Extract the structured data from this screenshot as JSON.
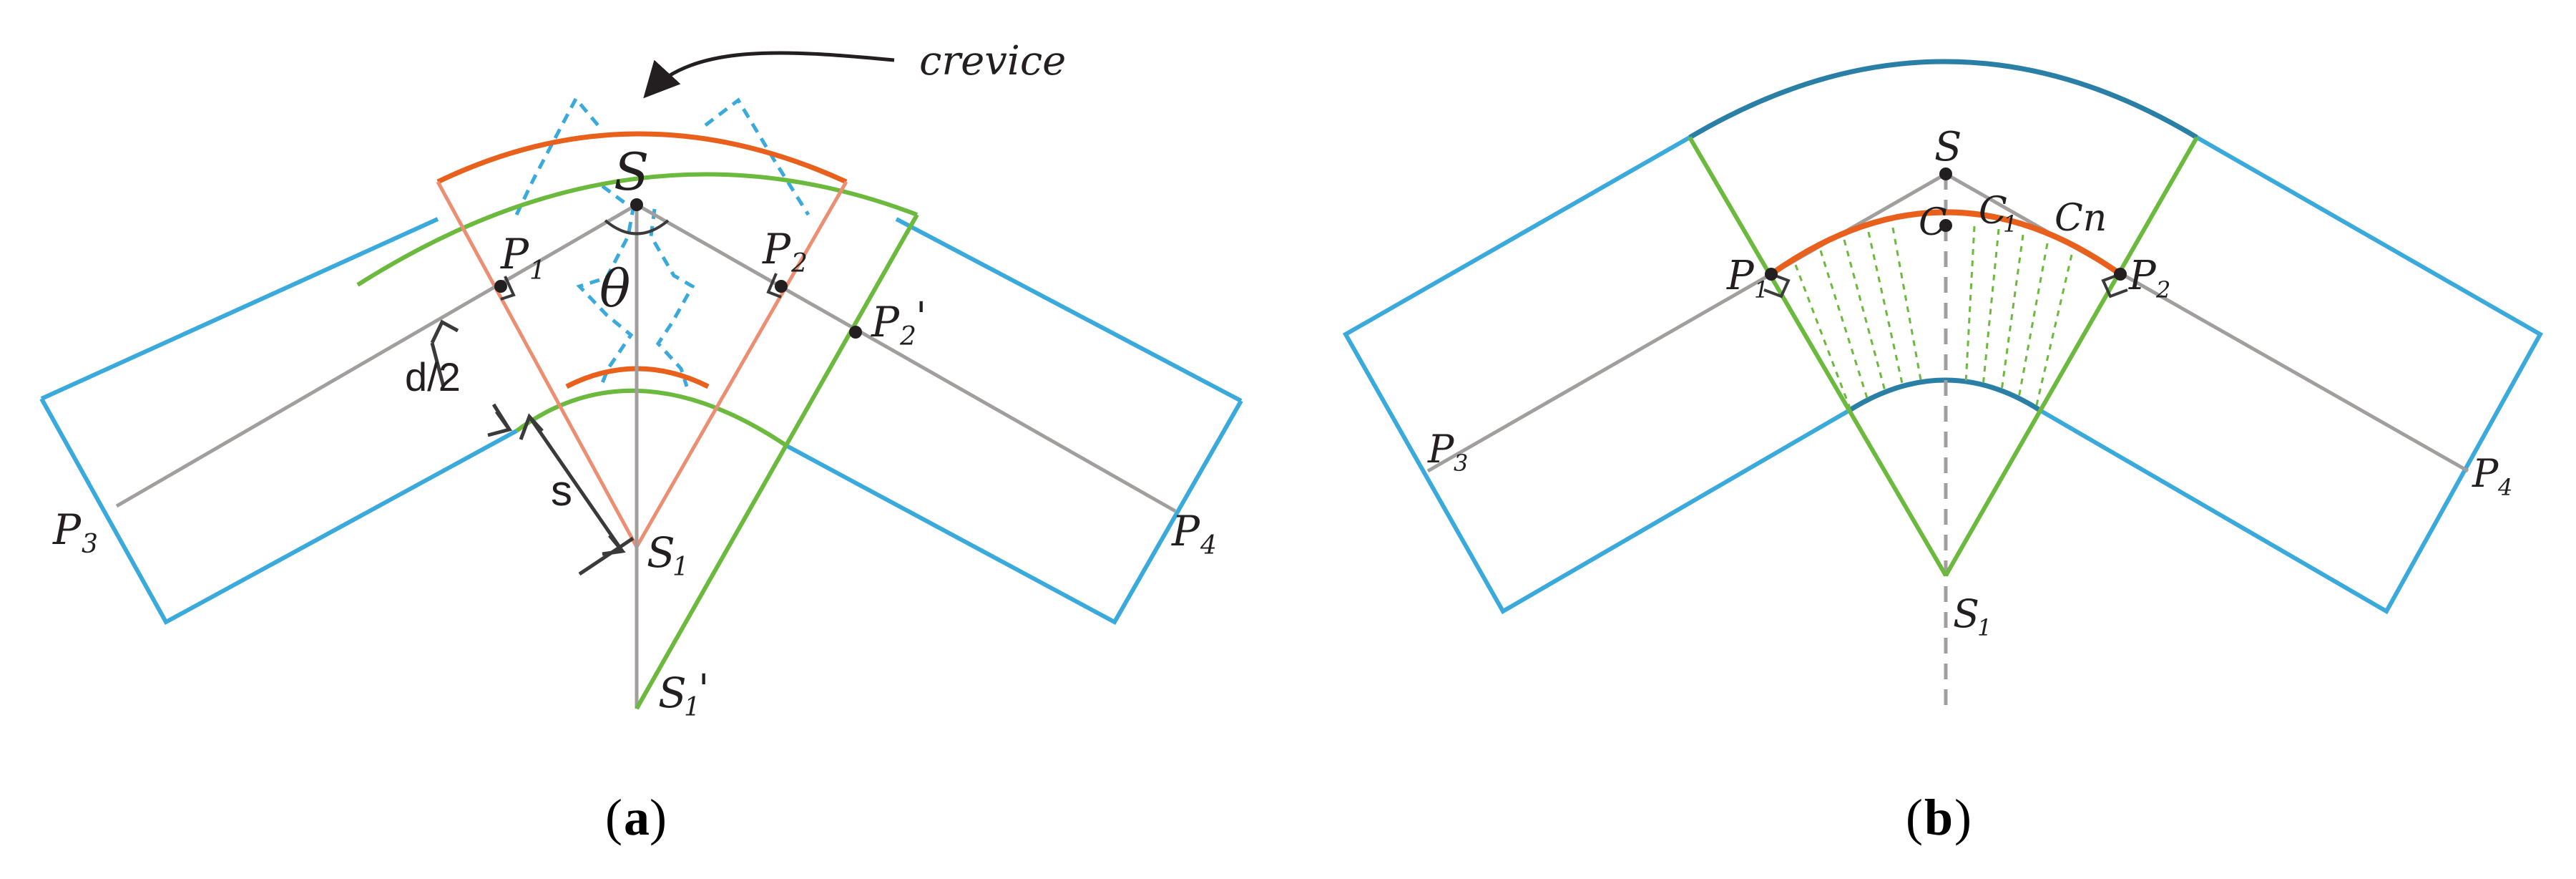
{
  "panel_a": {
    "caption_open": "(",
    "caption_letter": "a",
    "caption_close": ")",
    "annotation": "crevice",
    "label_S": "S",
    "label_P1": "P",
    "label_P1_sub": "1",
    "label_P2": "P",
    "label_P2_sub": "2",
    "label_P2prime": "P",
    "label_P2prime_sub": "2",
    "label_P2prime_mark": "'",
    "label_P3": "P",
    "label_P3_sub": "3",
    "label_P4": "P",
    "label_P4_sub": "4",
    "label_S1": "S",
    "label_S1_sub": "1",
    "label_S1prime": "S",
    "label_S1prime_sub": "1",
    "label_S1prime_mark": "'",
    "label_theta": "θ",
    "label_d2": "d/2",
    "label_s": "s"
  },
  "panel_b": {
    "caption_open": "(",
    "caption_letter": "b",
    "caption_close": ")",
    "label_S": "S",
    "label_C": "C",
    "label_C1": "C",
    "label_C1_sub": "1",
    "label_Cn": "Cn",
    "label_P1": "P",
    "label_P1_sub": "1",
    "label_P2": "P",
    "label_P2_sub": "2",
    "label_P3": "P",
    "label_P3_sub": "3",
    "label_P4": "P",
    "label_P4_sub": "4",
    "label_S1": "S",
    "label_S1_sub": "1"
  },
  "colors": {
    "blue": "#3aa9dc",
    "gray": "#a39e9e",
    "green": "#6bb93d",
    "orange": "#e8601c",
    "salmon": "#ec8e72",
    "dashed_blue": "#3aa9dc",
    "dark_blue": "#2a7fa6",
    "black": "#231f20"
  }
}
